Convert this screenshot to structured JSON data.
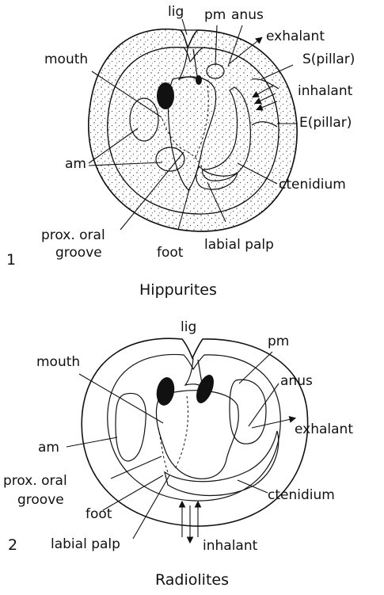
{
  "figure1": {
    "number": "1",
    "caption": "Hippurites",
    "labels": {
      "lig": "lig",
      "pm": "pm",
      "anus": "anus",
      "exhalant": "exhalant",
      "s_pillar": "S(pillar)",
      "inhalant": "inhalant",
      "e_pillar": "E(pillar)",
      "mouth": "mouth",
      "am": "am",
      "ctenidium": "ctenidium",
      "prox_oral_line1": "prox. oral",
      "prox_oral_line2": "groove",
      "foot": "foot",
      "labial_palp": "labial palp"
    }
  },
  "figure2": {
    "number": "2",
    "caption": "Radiolites",
    "labels": {
      "lig": "lig",
      "pm": "pm",
      "mouth": "mouth",
      "anus": "anus",
      "exhalant": "exhalant",
      "am": "am",
      "prox_oral_line1": "prox. oral",
      "prox_oral_line2": "groove",
      "ctenidium": "ctenidium",
      "foot": "foot",
      "labial_palp": "labial palp",
      "inhalant": "inhalant"
    }
  }
}
